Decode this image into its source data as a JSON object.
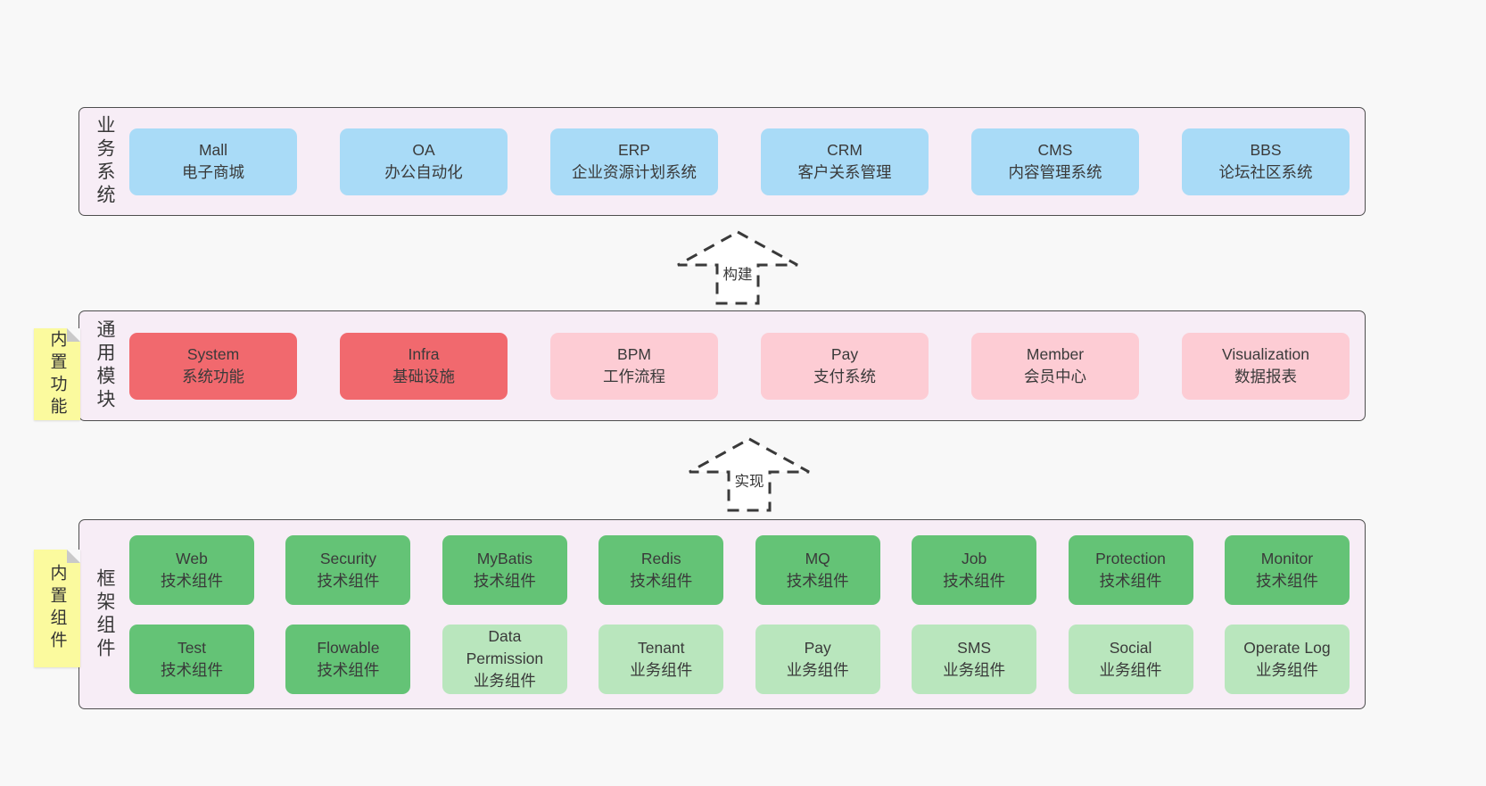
{
  "colors": {
    "page-bg": "#f8f8f8",
    "layer-bg": "#f7edf6",
    "layer-border": "#4e4e4e",
    "blue": "#a9dbf7",
    "red": "#f1696e",
    "pink": "#fdccd4",
    "green-dark": "#64c376",
    "green-light": "#b9e6bd",
    "sticky": "#fbfa9e",
    "fold": "#c9c9c9",
    "ink": "#3d3d3d"
  },
  "arrows": [
    {
      "label": "构建"
    },
    {
      "label": "实现"
    }
  ],
  "layers": [
    {
      "id": "business-systems",
      "label": "业务系统",
      "sticky": null,
      "rows": [
        [
          {
            "title": "Mall",
            "subtitle": "电子商城",
            "type": "blue"
          },
          {
            "title": "OA",
            "subtitle": "办公自动化",
            "type": "blue"
          },
          {
            "title": "ERP",
            "subtitle": "企业资源计划系统",
            "type": "blue"
          },
          {
            "title": "CRM",
            "subtitle": "客户关系管理",
            "type": "blue"
          },
          {
            "title": "CMS",
            "subtitle": "内容管理系统",
            "type": "blue"
          },
          {
            "title": "BBS",
            "subtitle": "论坛社区系统",
            "type": "blue"
          }
        ]
      ]
    },
    {
      "id": "common-modules",
      "label": "通用模块",
      "sticky": "内置功能",
      "rows": [
        [
          {
            "title": "System",
            "subtitle": "系统功能",
            "type": "red"
          },
          {
            "title": "Infra",
            "subtitle": "基础设施",
            "type": "red"
          },
          {
            "title": "BPM",
            "subtitle": "工作流程",
            "type": "pink"
          },
          {
            "title": "Pay",
            "subtitle": "支付系统",
            "type": "pink"
          },
          {
            "title": "Member",
            "subtitle": "会员中心",
            "type": "pink"
          },
          {
            "title": "Visualization",
            "subtitle": "数据报表",
            "type": "pink"
          }
        ]
      ]
    },
    {
      "id": "framework-components",
      "label": "框架组件",
      "sticky": "内置组件",
      "rows": [
        [
          {
            "title": "Web",
            "subtitle": "技术组件",
            "type": "green-dark"
          },
          {
            "title": "Security",
            "subtitle": "技术组件",
            "type": "green-dark"
          },
          {
            "title": "MyBatis",
            "subtitle": "技术组件",
            "type": "green-dark"
          },
          {
            "title": "Redis",
            "subtitle": "技术组件",
            "type": "green-dark"
          },
          {
            "title": "MQ",
            "subtitle": "技术组件",
            "type": "green-dark"
          },
          {
            "title": "Job",
            "subtitle": "技术组件",
            "type": "green-dark"
          },
          {
            "title": "Protection",
            "subtitle": "技术组件",
            "type": "green-dark"
          },
          {
            "title": "Monitor",
            "subtitle": "技术组件",
            "type": "green-dark"
          }
        ],
        [
          {
            "title": "Test",
            "subtitle": "技术组件",
            "type": "green-dark"
          },
          {
            "title": "Flowable",
            "subtitle": "技术组件",
            "type": "green-dark"
          },
          {
            "title": "Data Permission",
            "subtitle": "业务组件",
            "type": "green-light"
          },
          {
            "title": "Tenant",
            "subtitle": "业务组件",
            "type": "green-light"
          },
          {
            "title": "Pay",
            "subtitle": "业务组件",
            "type": "green-light"
          },
          {
            "title": "SMS",
            "subtitle": "业务组件",
            "type": "green-light"
          },
          {
            "title": "Social",
            "subtitle": "业务组件",
            "type": "green-light"
          },
          {
            "title": "Operate Log",
            "subtitle": "业务组件",
            "type": "green-light"
          }
        ]
      ]
    }
  ]
}
